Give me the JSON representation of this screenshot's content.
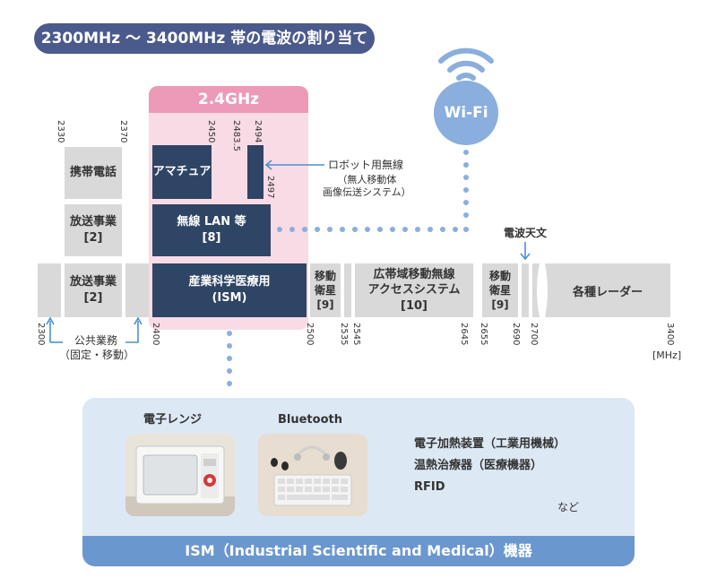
{
  "title": "2300MHz 〜 3400MHz 帯の電波の割り当て",
  "band_24ghz_label": "2.4GHz",
  "wifi_label": "Wi-Fi",
  "top_ticks": [
    "2330",
    "2370",
    "2450",
    "2483.5",
    "2494",
    "2497"
  ],
  "bottom_ticks": [
    "2300",
    "2400",
    "2500",
    "2535",
    "2545",
    "2645",
    "2655",
    "2690",
    "2700",
    "3400"
  ],
  "unit": "[MHz]",
  "blocks": {
    "mobile_phone": "携帯電話",
    "broadcast_upper": "放送事業\n[2]",
    "broadcast_lower": "放送事業\n[2]",
    "amateur": "アマチュア",
    "wireless_lan": "無線 LAN 等\n[8]",
    "ism": "産業科学医療用\n(ISM)",
    "satellite_1": "移動\n衛星\n[9]",
    "broadband": "広帯域移動無線\nアクセスシステム\n[10]",
    "satellite_2": "移動\n衛星\n[9]",
    "radar": "各種レーダー"
  },
  "robot_label": "ロボット用無線",
  "robot_sub": "（無人移動体\n画像伝送システム）",
  "public_label": "公共業務",
  "public_sub": "（固定・移動）",
  "radio_astronomy": "電波天文",
  "ism_devices": {
    "microwave": "電子レンジ",
    "bluetooth": "Bluetooth",
    "list": [
      "電子加熱装置（工業用機械）",
      "温熱治療器（医療機器）",
      "RFID"
    ],
    "etc": "など",
    "footer": "ISM（Industrial Scientific and Medical）機器"
  },
  "colors": {
    "navy": "#2f4566",
    "pink": "#ec9ab7",
    "light_pink": "#f9dbe6",
    "gray": "#d9d9d9",
    "blue": "#6b97cf",
    "wifi": "#8aaedd",
    "arrow": "#4a8fd6"
  }
}
